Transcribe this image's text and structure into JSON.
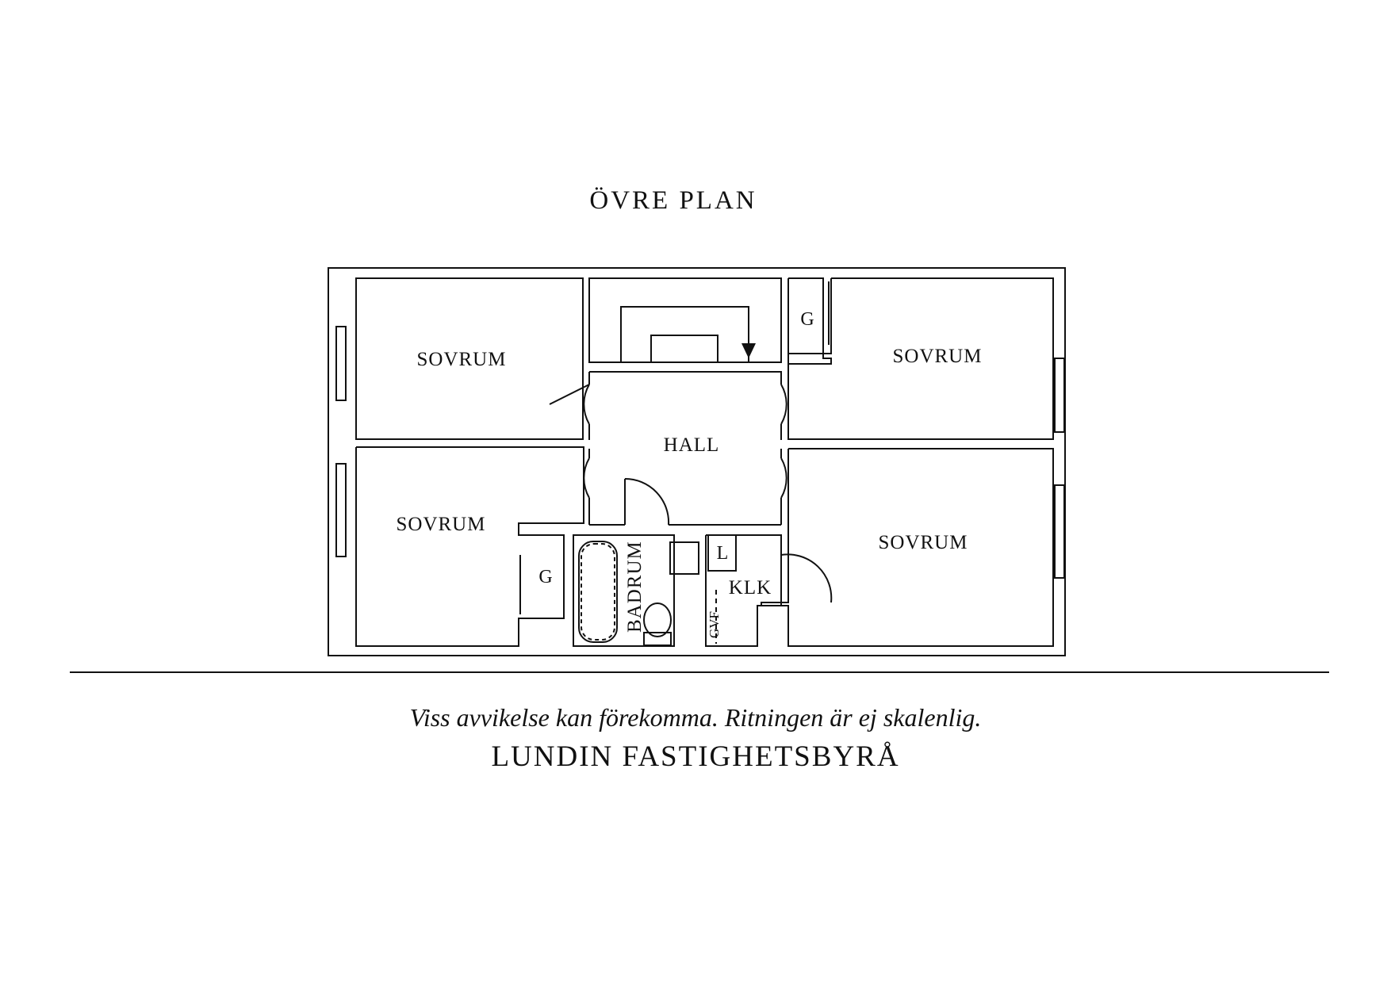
{
  "title": "ÖVRE PLAN",
  "rooms": {
    "bedroom_top_left": "SOVRUM",
    "bedroom_top_right": "SOVRUM",
    "bedroom_bottom_left": "SOVRUM",
    "bedroom_bottom_right": "SOVRUM",
    "hall": "HALL",
    "bathroom": "BADRUM",
    "closet": "KLK"
  },
  "fixtures": {
    "wardrobe_top": "G",
    "wardrobe_bottom": "G",
    "laundry": "L",
    "gvf": "GVF"
  },
  "footer": {
    "disclaimer": "Viss avvikelse kan förekomma. Ritningen är ej skalenlig.",
    "company": "LUNDIN FASTIGHETSBYRÅ"
  }
}
